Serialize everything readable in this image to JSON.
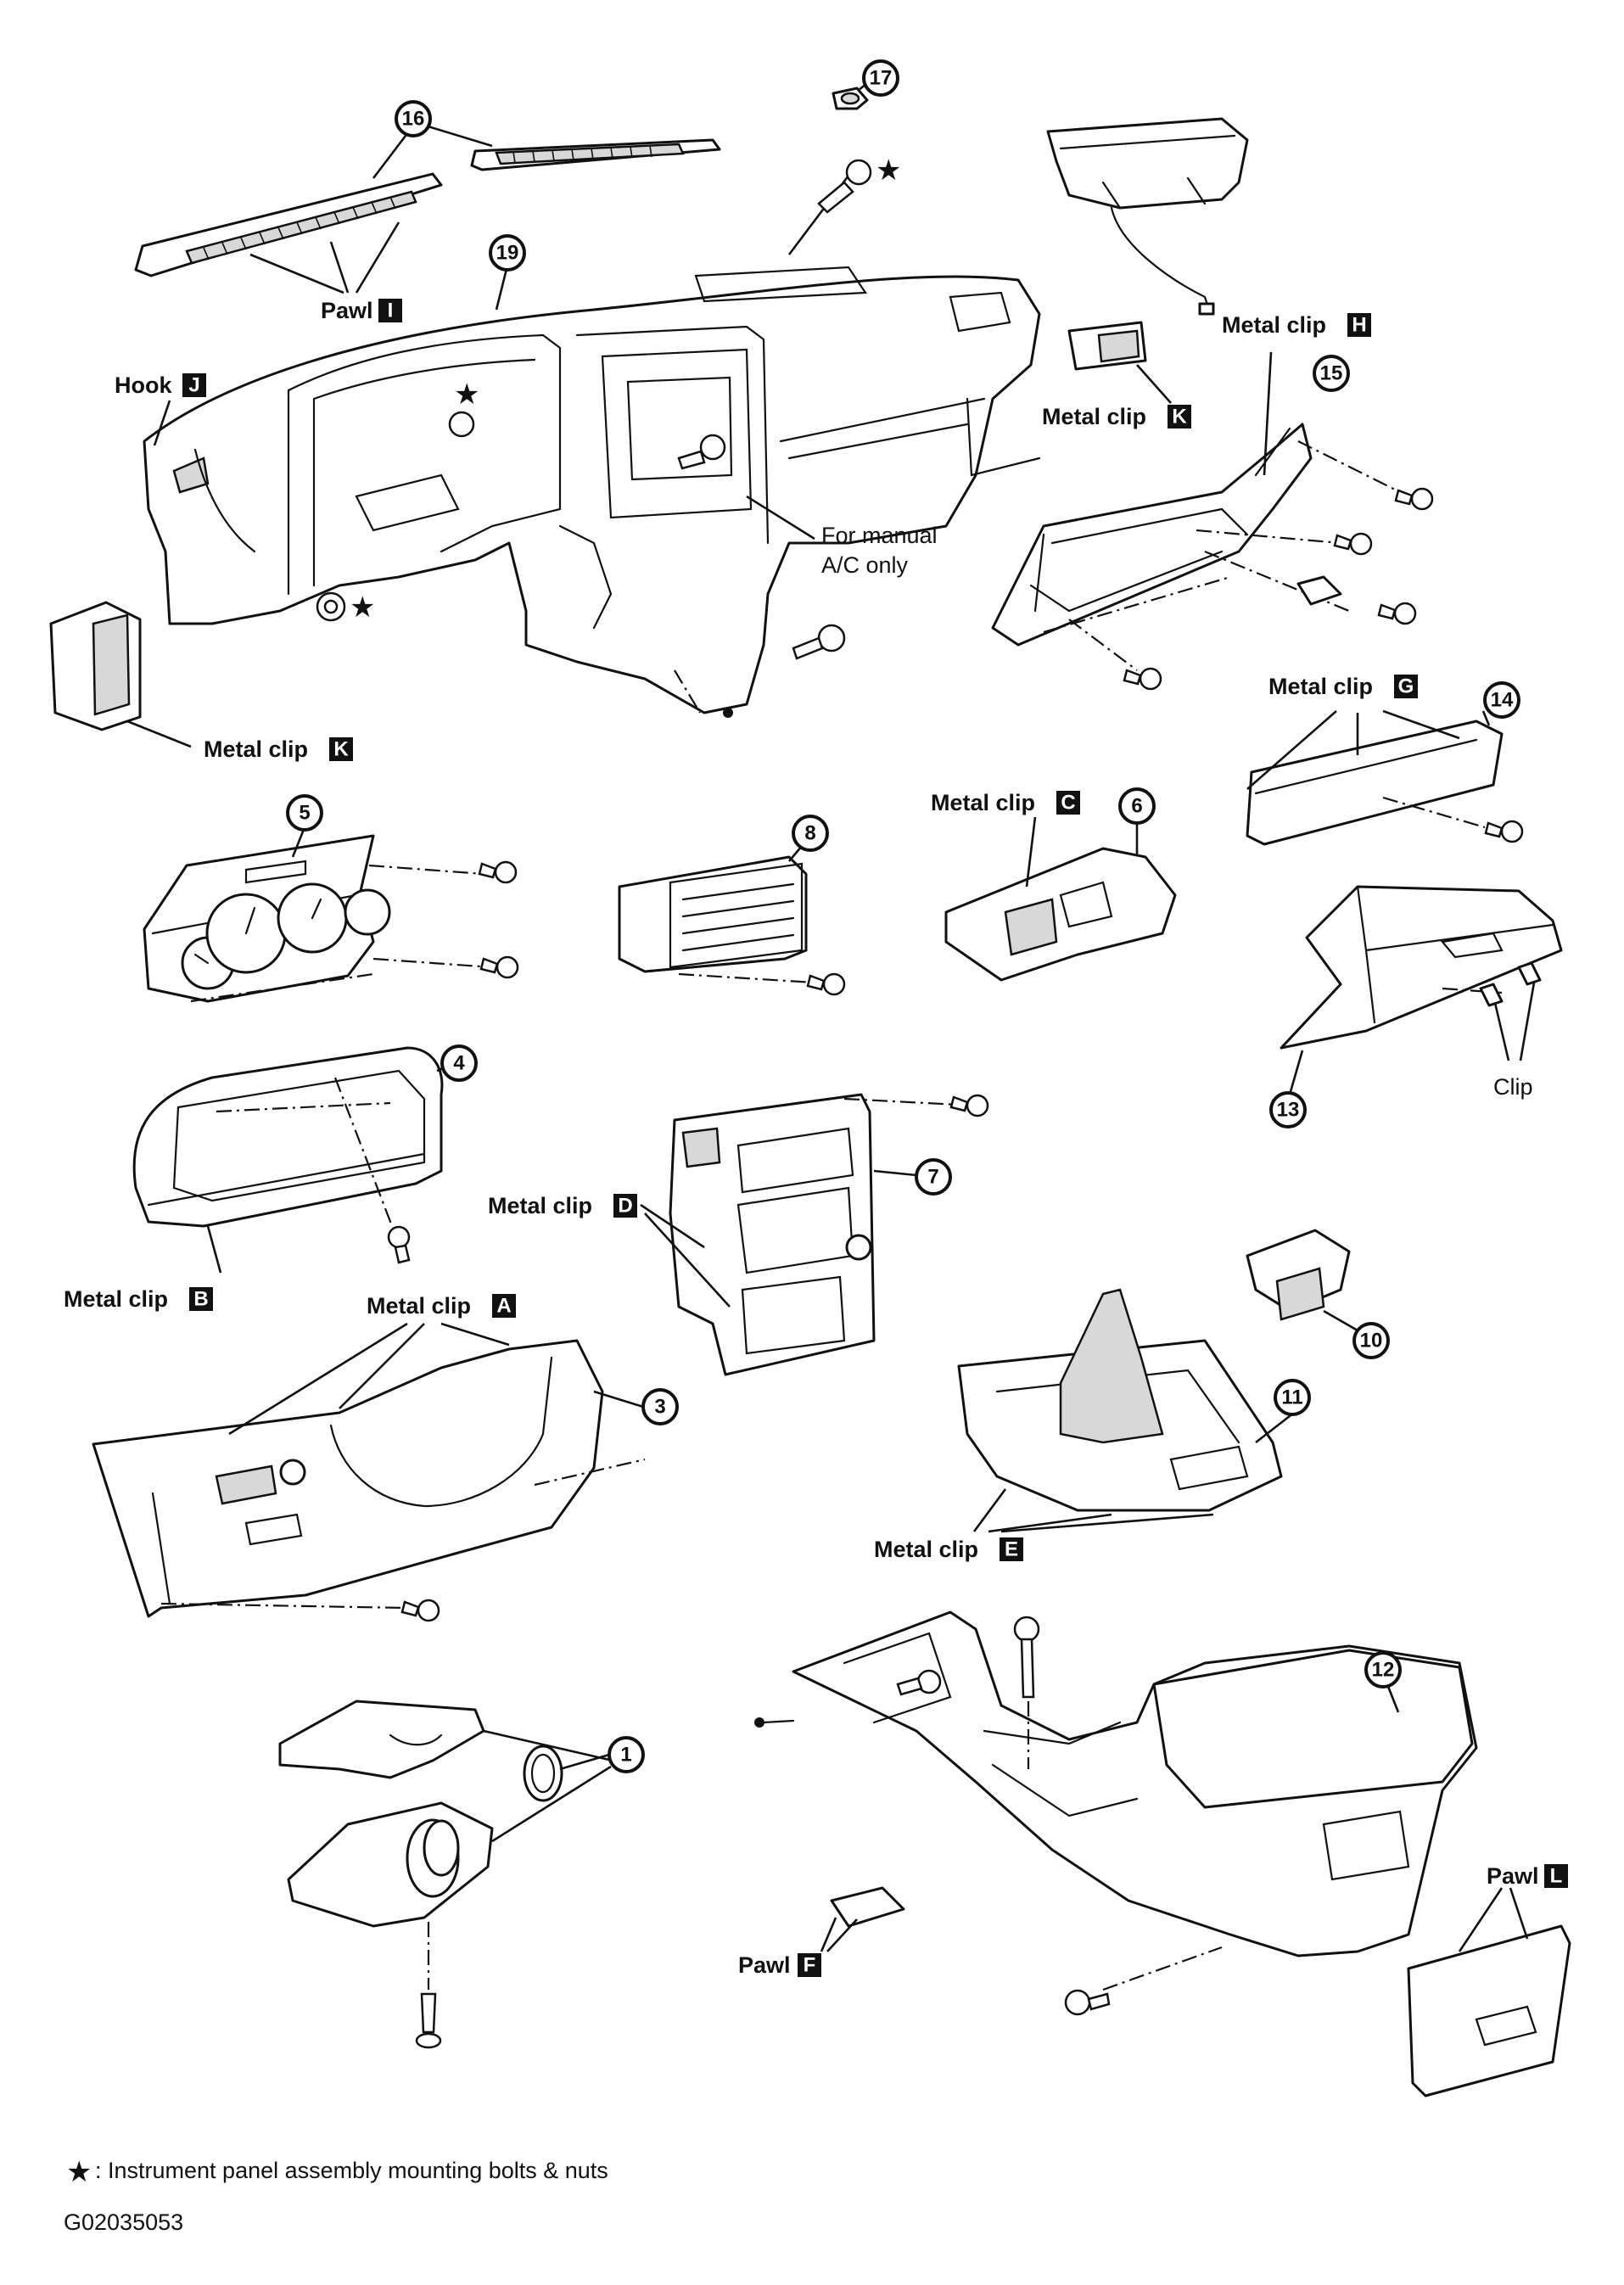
{
  "callouts": [
    {
      "num": "1"
    },
    {
      "num": "3"
    },
    {
      "num": "4"
    },
    {
      "num": "5"
    },
    {
      "num": "6"
    },
    {
      "num": "7"
    },
    {
      "num": "8"
    },
    {
      "num": "10"
    },
    {
      "num": "11"
    },
    {
      "num": "12"
    },
    {
      "num": "13"
    },
    {
      "num": "14"
    },
    {
      "num": "15"
    },
    {
      "num": "16"
    },
    {
      "num": "17"
    },
    {
      "num": "19"
    }
  ],
  "labels": {
    "pawl_i": {
      "text": "Pawl",
      "badge": "I"
    },
    "hook_j": {
      "text": "Hook",
      "badge": "J"
    },
    "metal_clip_k_left": {
      "text": "Metal clip",
      "badge": "K"
    },
    "metal_clip_k_right": {
      "text": "Metal clip",
      "badge": "K"
    },
    "metal_clip_h": {
      "text": "Metal clip",
      "badge": "H"
    },
    "metal_clip_g": {
      "text": "Metal clip",
      "badge": "G"
    },
    "metal_clip_c": {
      "text": "Metal clip",
      "badge": "C"
    },
    "metal_clip_d": {
      "text": "Metal clip",
      "badge": "D"
    },
    "metal_clip_b": {
      "text": "Metal clip",
      "badge": "B"
    },
    "metal_clip_a": {
      "text": "Metal clip",
      "badge": "A"
    },
    "metal_clip_e": {
      "text": "Metal clip",
      "badge": "E"
    },
    "pawl_f": {
      "text": "Pawl",
      "badge": "F"
    },
    "pawl_l": {
      "text": "Pawl",
      "badge": "L"
    },
    "clip": {
      "text": "Clip"
    },
    "manual_ac_line1": "For manual",
    "manual_ac_line2": "A/C only"
  },
  "legend": {
    "symbol": "★",
    "text": ": Instrument panel assembly mounting bolts & nuts"
  },
  "figure_code": "G02035053"
}
